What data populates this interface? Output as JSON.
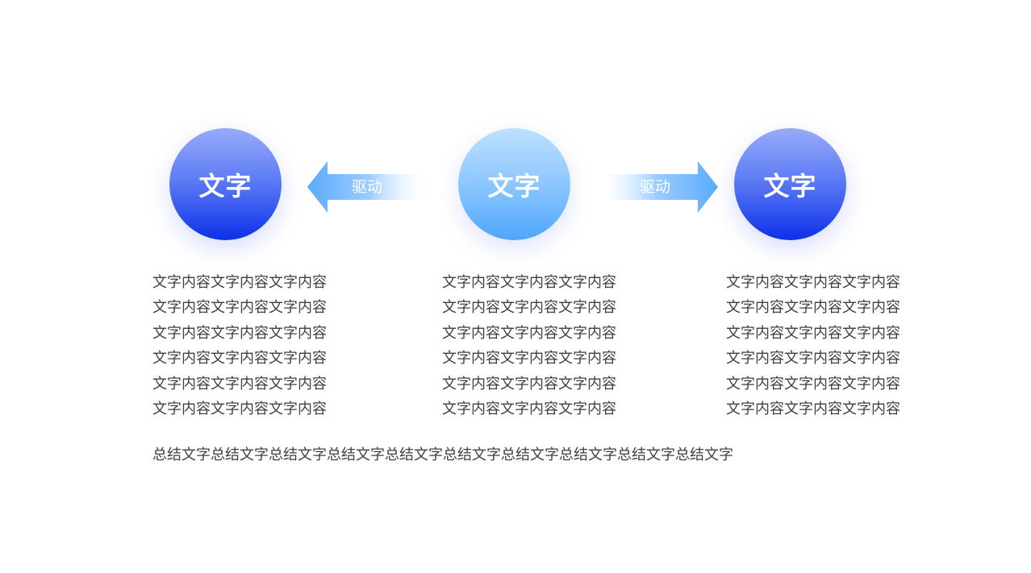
{
  "nodes": {
    "left": "文字",
    "center": "文字",
    "right": "文字"
  },
  "arrows": {
    "left": "驱动",
    "right": "驱动"
  },
  "columns": {
    "left": [
      "文字内容文字内容文字内容",
      "文字内容文字内容文字内容",
      "文字内容文字内容文字内容",
      "文字内容文字内容文字内容",
      "文字内容文字内容文字内容",
      "文字内容文字内容文字内容"
    ],
    "center": [
      "文字内容文字内容文字内容",
      "文字内容文字内容文字内容",
      "文字内容文字内容文字内容",
      "文字内容文字内容文字内容",
      "文字内容文字内容文字内容",
      "文字内容文字内容文字内容"
    ],
    "right": [
      "文字内容文字内容文字内容",
      "文字内容文字内容文字内容",
      "文字内容文字内容文字内容",
      "文字内容文字内容文字内容",
      "文字内容文字内容文字内容",
      "文字内容文字内容文字内容"
    ]
  },
  "summary": "总结文字总结文字总结文字总结文字总结文字总结文字总结文字总结文字总结文字总结文字",
  "colors": {
    "dark_circle_top": "#98abfb",
    "dark_circle_bottom": "#0c31e8",
    "light_circle_top": "#bde0ff",
    "light_circle_bottom": "#4ea6fb",
    "arrow_head": "#5aaafc",
    "body_text": "#404040"
  }
}
